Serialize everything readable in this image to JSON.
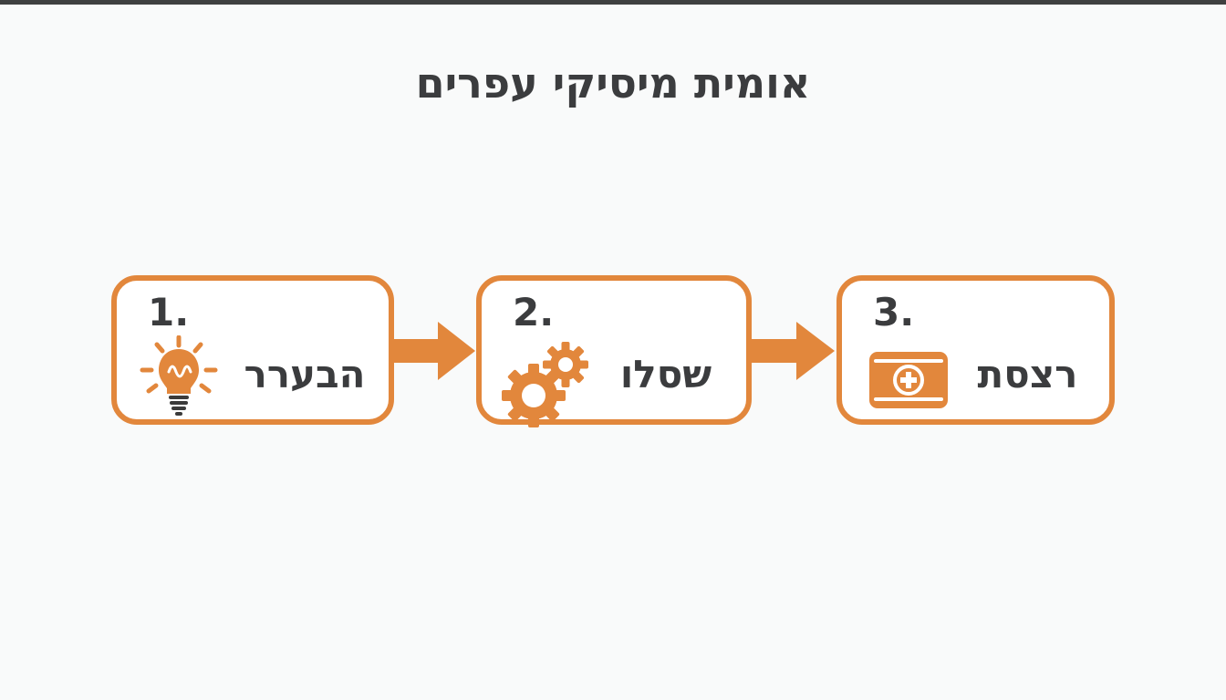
{
  "colors": {
    "accent": "#e2873c",
    "text": "#3b3c3e",
    "background": "#f9fafa",
    "box_fill": "#ffffff",
    "top_bar": "#3f4040",
    "icon_dark": "#3b3b3b"
  },
  "title": "אומית מיסיקי עפרים",
  "steps": [
    {
      "number": "1.",
      "label": "הבערר",
      "icon": "lightbulb-idea-icon"
    },
    {
      "number": "2.",
      "label": "שסלו",
      "icon": "gears-icon"
    },
    {
      "number": "3.",
      "label": "רצסת",
      "icon": "card-plus-icon"
    }
  ],
  "connectors": [
    {
      "icon": "arrow-right-icon"
    },
    {
      "icon": "arrow-right-icon"
    }
  ]
}
